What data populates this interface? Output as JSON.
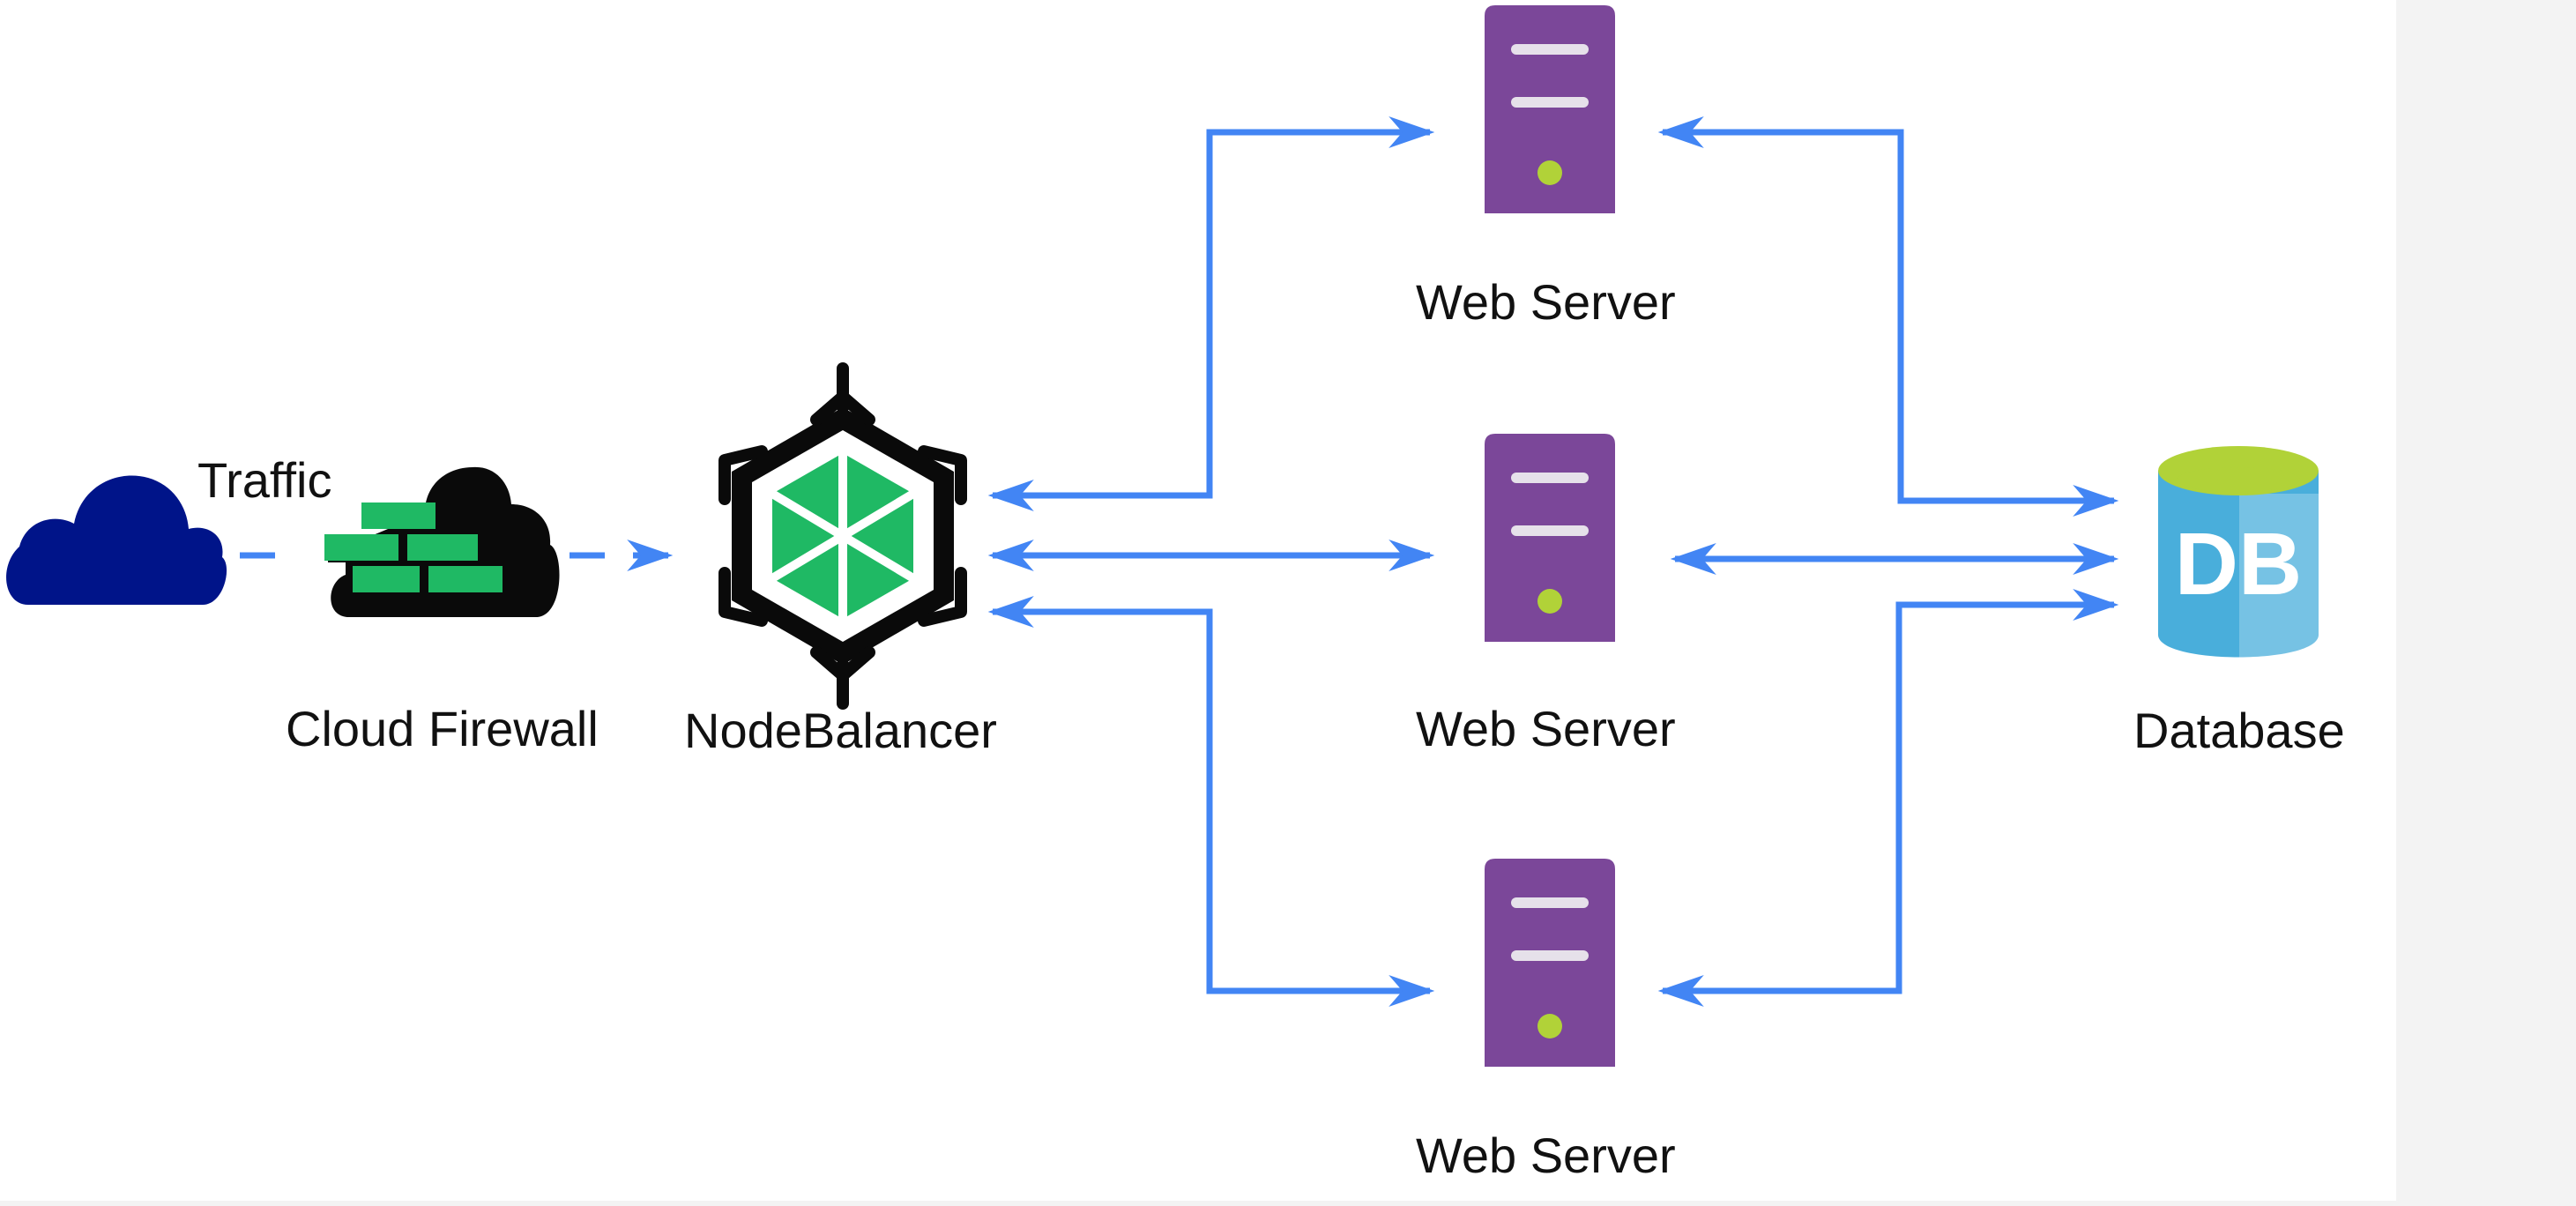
{
  "colors": {
    "page_background": "#f3f3f3",
    "diagram_background": "#ffffff",
    "arrow": "#4285f4",
    "internet_cloud": "#001489",
    "firewall_bricks": "#1fb964",
    "firewall_cloud": "#0a0a0a",
    "nodebalancer_outline": "#0a0a0a",
    "nodebalancer_fill": "#1fb964",
    "server_body": "#7b4799",
    "server_slots": "#e6e1ea",
    "server_led": "#b1d238",
    "db_body": "#49aedb",
    "db_top": "#b1d238",
    "db_text": "#ffffff",
    "label_text": "#111111"
  },
  "icons": {
    "traffic_source": "internet-cloud-icon",
    "firewall": "cloud-firewall-icon",
    "load_balancer": "nodebalancer-icon",
    "server": "server-icon",
    "database": "database-icon"
  },
  "nodes": {
    "traffic": {
      "label": "Traffic"
    },
    "firewall": {
      "label": "Cloud Firewall"
    },
    "nodebalancer": {
      "label": "NodeBalancer"
    },
    "web_servers": [
      {
        "label": "Web Server"
      },
      {
        "label": "Web Server"
      },
      {
        "label": "Web Server"
      }
    ],
    "database": {
      "label": "Database",
      "badge": "DB"
    }
  },
  "edges": [
    {
      "from": "traffic",
      "to": "firewall",
      "style": "dashed"
    },
    {
      "from": "firewall",
      "to": "nodebalancer",
      "style": "dashed"
    },
    {
      "from": "nodebalancer",
      "to": "web_server_1",
      "direction": "both"
    },
    {
      "from": "nodebalancer",
      "to": "web_server_2",
      "direction": "both"
    },
    {
      "from": "nodebalancer",
      "to": "web_server_3",
      "direction": "both"
    },
    {
      "from": "web_server_1",
      "to": "database",
      "direction": "both"
    },
    {
      "from": "web_server_2",
      "to": "database",
      "direction": "both"
    },
    {
      "from": "web_server_3",
      "to": "database",
      "direction": "both"
    }
  ]
}
